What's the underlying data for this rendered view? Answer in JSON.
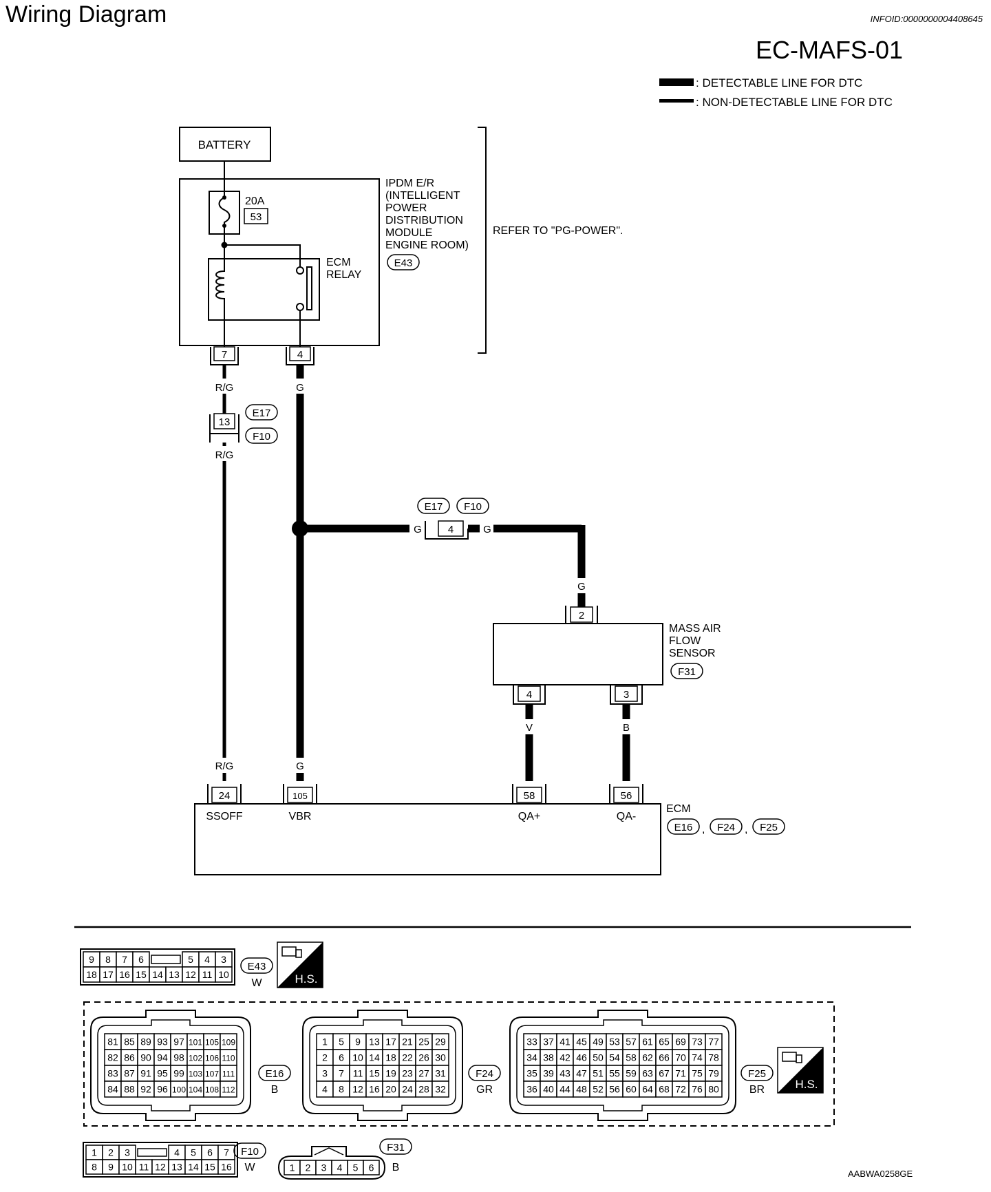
{
  "header": {
    "title": "Wiring Diagram",
    "info_id": "INFOID:0000000004408645",
    "code": "EC-MAFS-01",
    "legend": [
      {
        "label": ": DETECTABLE LINE FOR DTC"
      },
      {
        "label": ": NON-DETECTABLE LINE FOR DTC"
      }
    ]
  },
  "battery": {
    "label": "BATTERY"
  },
  "ipdm": {
    "name_lines": [
      "IPDM E/R",
      "(INTELLIGENT",
      "POWER",
      "DISTRIBUTION",
      "MODULE",
      "ENGINE ROOM)"
    ],
    "connector": "E43",
    "fuse_rating": "20A",
    "fuse_number": "53",
    "relay_lines": [
      "ECM",
      "RELAY"
    ],
    "pins": [
      "7",
      "4"
    ]
  },
  "refer_text": "REFER TO \"PG-POWER\".",
  "wires": {
    "rg": "R/G",
    "g": "G",
    "v": "V",
    "b": "B"
  },
  "joint_top": {
    "pin": "13",
    "connectors": [
      "E17",
      "F10"
    ]
  },
  "joint_mid": {
    "pin": "4",
    "connectors": [
      "E17",
      "F10"
    ]
  },
  "maf": {
    "name_lines": [
      "MASS AIR",
      "FLOW",
      "SENSOR"
    ],
    "connector": "F31",
    "pin_top": "2",
    "pins_bottom": [
      "4",
      "3"
    ]
  },
  "ecm": {
    "name": "ECM",
    "connectors": [
      "E16",
      "F24",
      "F25"
    ],
    "separator": ",",
    "pins": [
      "24",
      "105",
      "58",
      "56"
    ],
    "pin_labels": [
      "SSOFF",
      "VBR",
      "QA+",
      "QA-"
    ]
  },
  "connector_views": {
    "e43": {
      "id": "E43",
      "color": "W",
      "row1": [
        "9",
        "8",
        "7",
        "6",
        "",
        "5",
        "4",
        "3"
      ],
      "row2": [
        "18",
        "17",
        "16",
        "15",
        "14",
        "13",
        "12",
        "11",
        "10"
      ]
    },
    "e16": {
      "id": "E16",
      "color": "B",
      "rows": [
        [
          "81",
          "85",
          "89",
          "93",
          "97",
          "101",
          "105",
          "109"
        ],
        [
          "82",
          "86",
          "90",
          "94",
          "98",
          "102",
          "106",
          "110"
        ],
        [
          "83",
          "87",
          "91",
          "95",
          "99",
          "103",
          "107",
          "111"
        ],
        [
          "84",
          "88",
          "92",
          "96",
          "100",
          "104",
          "108",
          "112"
        ]
      ]
    },
    "f24": {
      "id": "F24",
      "color": "GR",
      "rows": [
        [
          "1",
          "5",
          "9",
          "13",
          "17",
          "21",
          "25",
          "29"
        ],
        [
          "2",
          "6",
          "10",
          "14",
          "18",
          "22",
          "26",
          "30"
        ],
        [
          "3",
          "7",
          "11",
          "15",
          "19",
          "23",
          "27",
          "31"
        ],
        [
          "4",
          "8",
          "12",
          "16",
          "20",
          "24",
          "28",
          "32"
        ]
      ]
    },
    "f25": {
      "id": "F25",
      "color": "BR",
      "rows": [
        [
          "33",
          "37",
          "41",
          "45",
          "49",
          "53",
          "57",
          "61",
          "65",
          "69",
          "73",
          "77"
        ],
        [
          "34",
          "38",
          "42",
          "46",
          "50",
          "54",
          "58",
          "62",
          "66",
          "70",
          "74",
          "78"
        ],
        [
          "35",
          "39",
          "43",
          "47",
          "51",
          "55",
          "59",
          "63",
          "67",
          "71",
          "75",
          "79"
        ],
        [
          "36",
          "40",
          "44",
          "48",
          "52",
          "56",
          "60",
          "64",
          "68",
          "72",
          "76",
          "80"
        ]
      ]
    },
    "f10": {
      "id": "F10",
      "color": "W",
      "row1": [
        "1",
        "2",
        "3",
        "",
        "4",
        "5",
        "6",
        "7"
      ],
      "row2": [
        "8",
        "9",
        "10",
        "11",
        "12",
        "13",
        "14",
        "15",
        "16"
      ]
    },
    "f31": {
      "id": "F31",
      "color": "B",
      "pins": [
        "1",
        "2",
        "3",
        "4",
        "5",
        "6"
      ]
    },
    "hs_label": "H.S."
  },
  "footer_code": "AABWA0258GE"
}
